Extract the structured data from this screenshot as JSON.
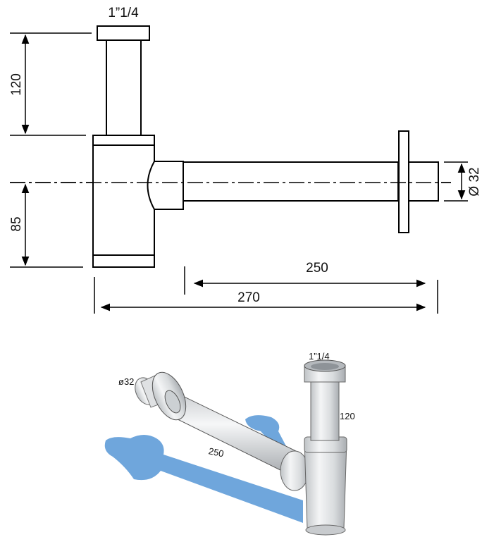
{
  "drawing": {
    "thread_size_label": "1”1/4",
    "height_upper_label": "120",
    "height_lower_label": "85",
    "diameter_label": "Ø 32",
    "length_pipe_label": "250",
    "length_total_label": "270"
  },
  "illustration": {
    "diameter_label": "ø32",
    "thread_size_label": "1”1/4",
    "height_label": "120",
    "length_label": "250",
    "shadow_color": "#6fa6dc"
  }
}
